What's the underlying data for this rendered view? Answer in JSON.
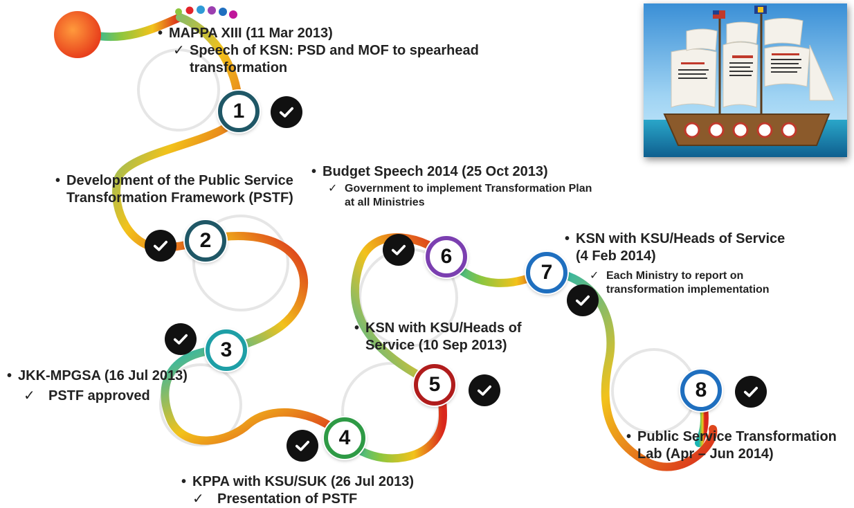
{
  "steps": [
    {
      "number": "1",
      "ring_color": "#1f5766",
      "heading": "MAPPA XIII (11 Mar 2013)",
      "sub": "Speech of KSN: PSD and MOF to spearhead transformation"
    },
    {
      "number": "2",
      "ring_color": "#1f5766",
      "heading": "Development of the Public Service Transformation Framework (PSTF)",
      "sub": ""
    },
    {
      "number": "3",
      "ring_color": "#1e9fa6",
      "heading": "JKK-MPGSA (16 Jul 2013)",
      "sub": "PSTF approved"
    },
    {
      "number": "4",
      "ring_color": "#2e9a45",
      "heading": "KPPA with KSU/SUK (26 Jul 2013)",
      "sub": "Presentation of PSTF"
    },
    {
      "number": "5",
      "ring_color": "#b01c1c",
      "heading": "KSN with KSU/Heads of Service (10 Sep 2013)",
      "sub": ""
    },
    {
      "number": "6",
      "ring_color": "#7b3fb0",
      "heading": "Budget Speech 2014 (25 Oct 2013)",
      "sub": "Government to implement Transformation Plan at all Ministries"
    },
    {
      "number": "7",
      "ring_color": "#1f6fbf",
      "heading": "KSN with KSU/Heads of Service (4 Feb 2014)",
      "sub": "Each Ministry to report on transformation implementation"
    },
    {
      "number": "8",
      "ring_color": "#1f6fbf",
      "heading": "Public Service Transformation Lab (Apr – Jun 2014)",
      "sub": ""
    }
  ],
  "icons": {
    "done": "check-circle-icon",
    "start": "sun-icon",
    "bullet": "•",
    "tick": "✓"
  },
  "colors": {
    "path_start": "#1ab5b5",
    "path_mid": "#f2c21b",
    "path_end": "#d9271c",
    "sun": "#f26522"
  },
  "image": {
    "name": "transformation-ship-illustration"
  }
}
